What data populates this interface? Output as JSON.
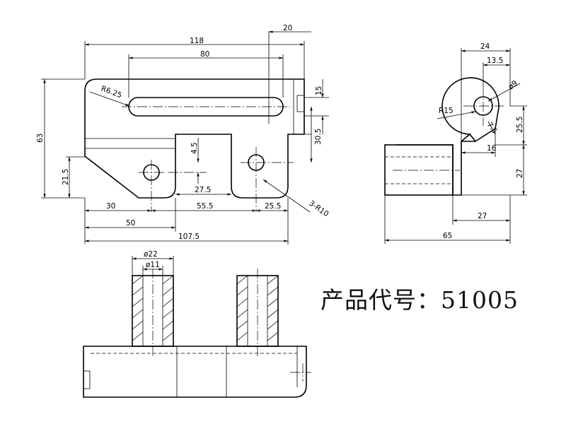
{
  "product_code": "产品代号：51005",
  "dims": {
    "d118": "118",
    "d80": "80",
    "d20": "20",
    "d15": "15",
    "d63": "63",
    "d30_5": "30.5",
    "d21_5": "21.5",
    "d4_5": "4.5",
    "d27_5": "27.5",
    "d30": "30",
    "d55_5": "55.5",
    "d25_5_front": "25.5",
    "d50": "50",
    "d107_5": "107.5",
    "r6_25": "R6.25",
    "r10": "3-R10",
    "d24": "24",
    "d13_5": "13.5",
    "phi9": "ø9",
    "r15": "R15",
    "d7_5": "7.5",
    "d25_5_side": "25.5",
    "d16": "16",
    "d27_side": "27",
    "d27_bottom": "27",
    "d65": "65",
    "phi22": "ø22",
    "phi11": "ø11"
  }
}
